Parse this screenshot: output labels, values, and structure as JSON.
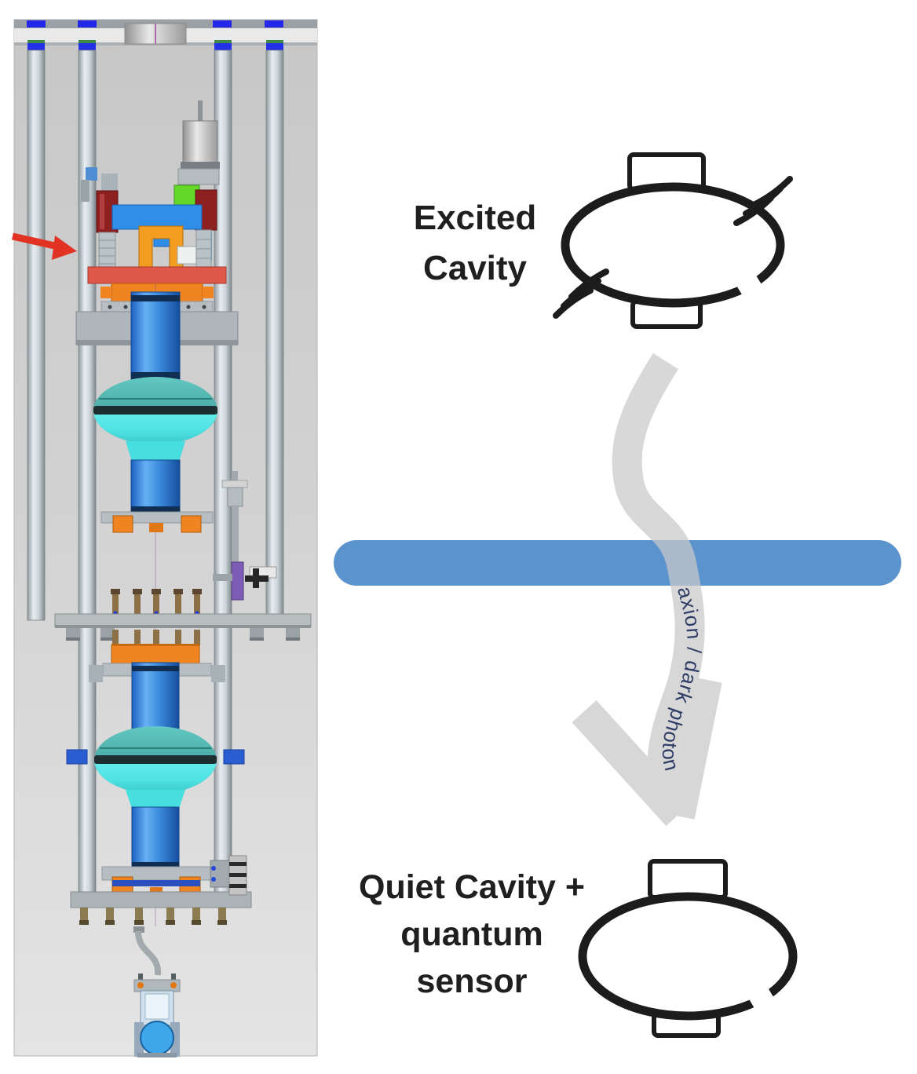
{
  "diagram": {
    "excited_label": {
      "line1": "Excited",
      "line2": "Cavity"
    },
    "quiet_label": {
      "line1": "Quiet Cavity +",
      "line2": "quantum",
      "line3": "sensor"
    },
    "flow_label": "axion / dark photon"
  },
  "colors": {
    "wall_blue": "#5b93cc",
    "arrow_gray": "#c9c9c9",
    "flow_label_navy": "#2f3d66",
    "label_black": "#1f1f1f",
    "cavity_stroke": "#1c1c1c",
    "cad_pointer_red": "#e23224",
    "cad_pipe_blue": "#2f7fd8",
    "cad_cell_cyan": "#4fe2e2",
    "cad_cell_teal": "#3aa49e",
    "cad_flange_orange": "#f08420",
    "cad_plate_coral": "#e0584a",
    "cad_accent_green": "#63d829",
    "cad_dark_red": "#8e2020"
  },
  "cad_components": [
    "top-plate",
    "lid-port-cylinder",
    "support-rails",
    "tuner-motor-assembly",
    "pointer-arrow",
    "upper-srf-cavity",
    "lower-srf-cavity",
    "beam-pipes",
    "support-shelf",
    "vacuum-valve",
    "bottom-coupler-assembly"
  ]
}
